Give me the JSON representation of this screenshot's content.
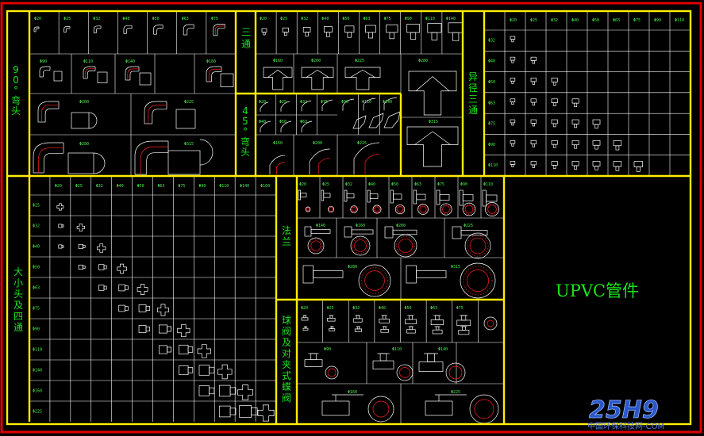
{
  "drawing": {
    "title": "UPVC管件",
    "colors": {
      "frame": "#e00000",
      "section": "#ffee00",
      "grid": "#ffffff",
      "text": "#19e619",
      "accent": "#ff2020"
    }
  },
  "sections": {
    "elbow90": {
      "label": "90°弯头",
      "row1_sizes": [
        "Φ20",
        "Φ25",
        "Φ32",
        "Φ40",
        "Φ50",
        "Φ63",
        "Φ75"
      ],
      "row2_sizes": [
        "Φ90",
        "Φ110",
        "Φ140",
        "Φ160"
      ],
      "row3_sizes": [
        "Φ200",
        "Φ225"
      ],
      "row4_sizes": [
        "Φ280",
        "Φ315"
      ]
    },
    "tee": {
      "label": "三通",
      "row1_sizes": [
        "Φ20",
        "Φ25",
        "Φ32",
        "Φ40",
        "Φ50",
        "Φ63",
        "Φ75",
        "Φ90",
        "Φ110",
        "Φ140"
      ],
      "row2_sizes": [
        "Φ160",
        "Φ200",
        "Φ225",
        "Φ280"
      ],
      "row3_sizes": [
        "Φ315"
      ]
    },
    "elbow45": {
      "label": "45°弯头",
      "row1_sizes": [
        "Φ20",
        "Φ25",
        "Φ32",
        "Φ75",
        "Φ90",
        "Φ110",
        "Φ140"
      ],
      "row2_sizes": [
        "Φ40",
        "Φ50",
        "Φ63"
      ],
      "row3_sizes": [
        "Φ160",
        "Φ200",
        "Φ225"
      ]
    },
    "reducingTee": {
      "label": "异径三通",
      "col_sizes": [
        "Φ20",
        "Φ25",
        "Φ32",
        "Φ40",
        "Φ50",
        "Φ63",
        "Φ75",
        "Φ90",
        "Φ110"
      ],
      "row_sizes": [
        "Φ32",
        "Φ40",
        "Φ50",
        "Φ63",
        "Φ75",
        "Φ90",
        "Φ110"
      ]
    },
    "reducerCross": {
      "label": "大小头及四通",
      "col_sizes": [
        "Φ20",
        "Φ25",
        "Φ32",
        "Φ40",
        "Φ50",
        "Φ63",
        "Φ75",
        "Φ90",
        "Φ110",
        "Φ140",
        "Φ160"
      ],
      "row_sizes": [
        "Φ25",
        "Φ32",
        "Φ40",
        "Φ50",
        "Φ63",
        "Φ75",
        "Φ90",
        "Φ110",
        "Φ140",
        "Φ160",
        "Φ225"
      ]
    },
    "flange": {
      "label": "法兰",
      "row1_sizes": [
        "Φ20",
        "Φ25",
        "Φ32",
        "Φ40",
        "Φ50",
        "Φ63",
        "Φ75",
        "Φ90",
        "Φ110"
      ],
      "row2_sizes": [
        "Φ140",
        "Φ160",
        "Φ200",
        "Φ225"
      ],
      "row3_sizes": [
        "Φ280",
        "Φ315"
      ]
    },
    "valve": {
      "label": "球阀及对夹式蝶阀",
      "row1_sizes": [
        "Φ20",
        "Φ25",
        "Φ32",
        "Φ40",
        "Φ50",
        "Φ63",
        "Φ75"
      ],
      "row2_sizes": [
        "Φ90",
        "Φ110",
        "Φ140"
      ],
      "row3_sizes": [
        "Φ160",
        "Φ225"
      ]
    }
  },
  "watermark": {
    "logo": "25H9",
    "caption": "中国环保科技网-COM"
  }
}
